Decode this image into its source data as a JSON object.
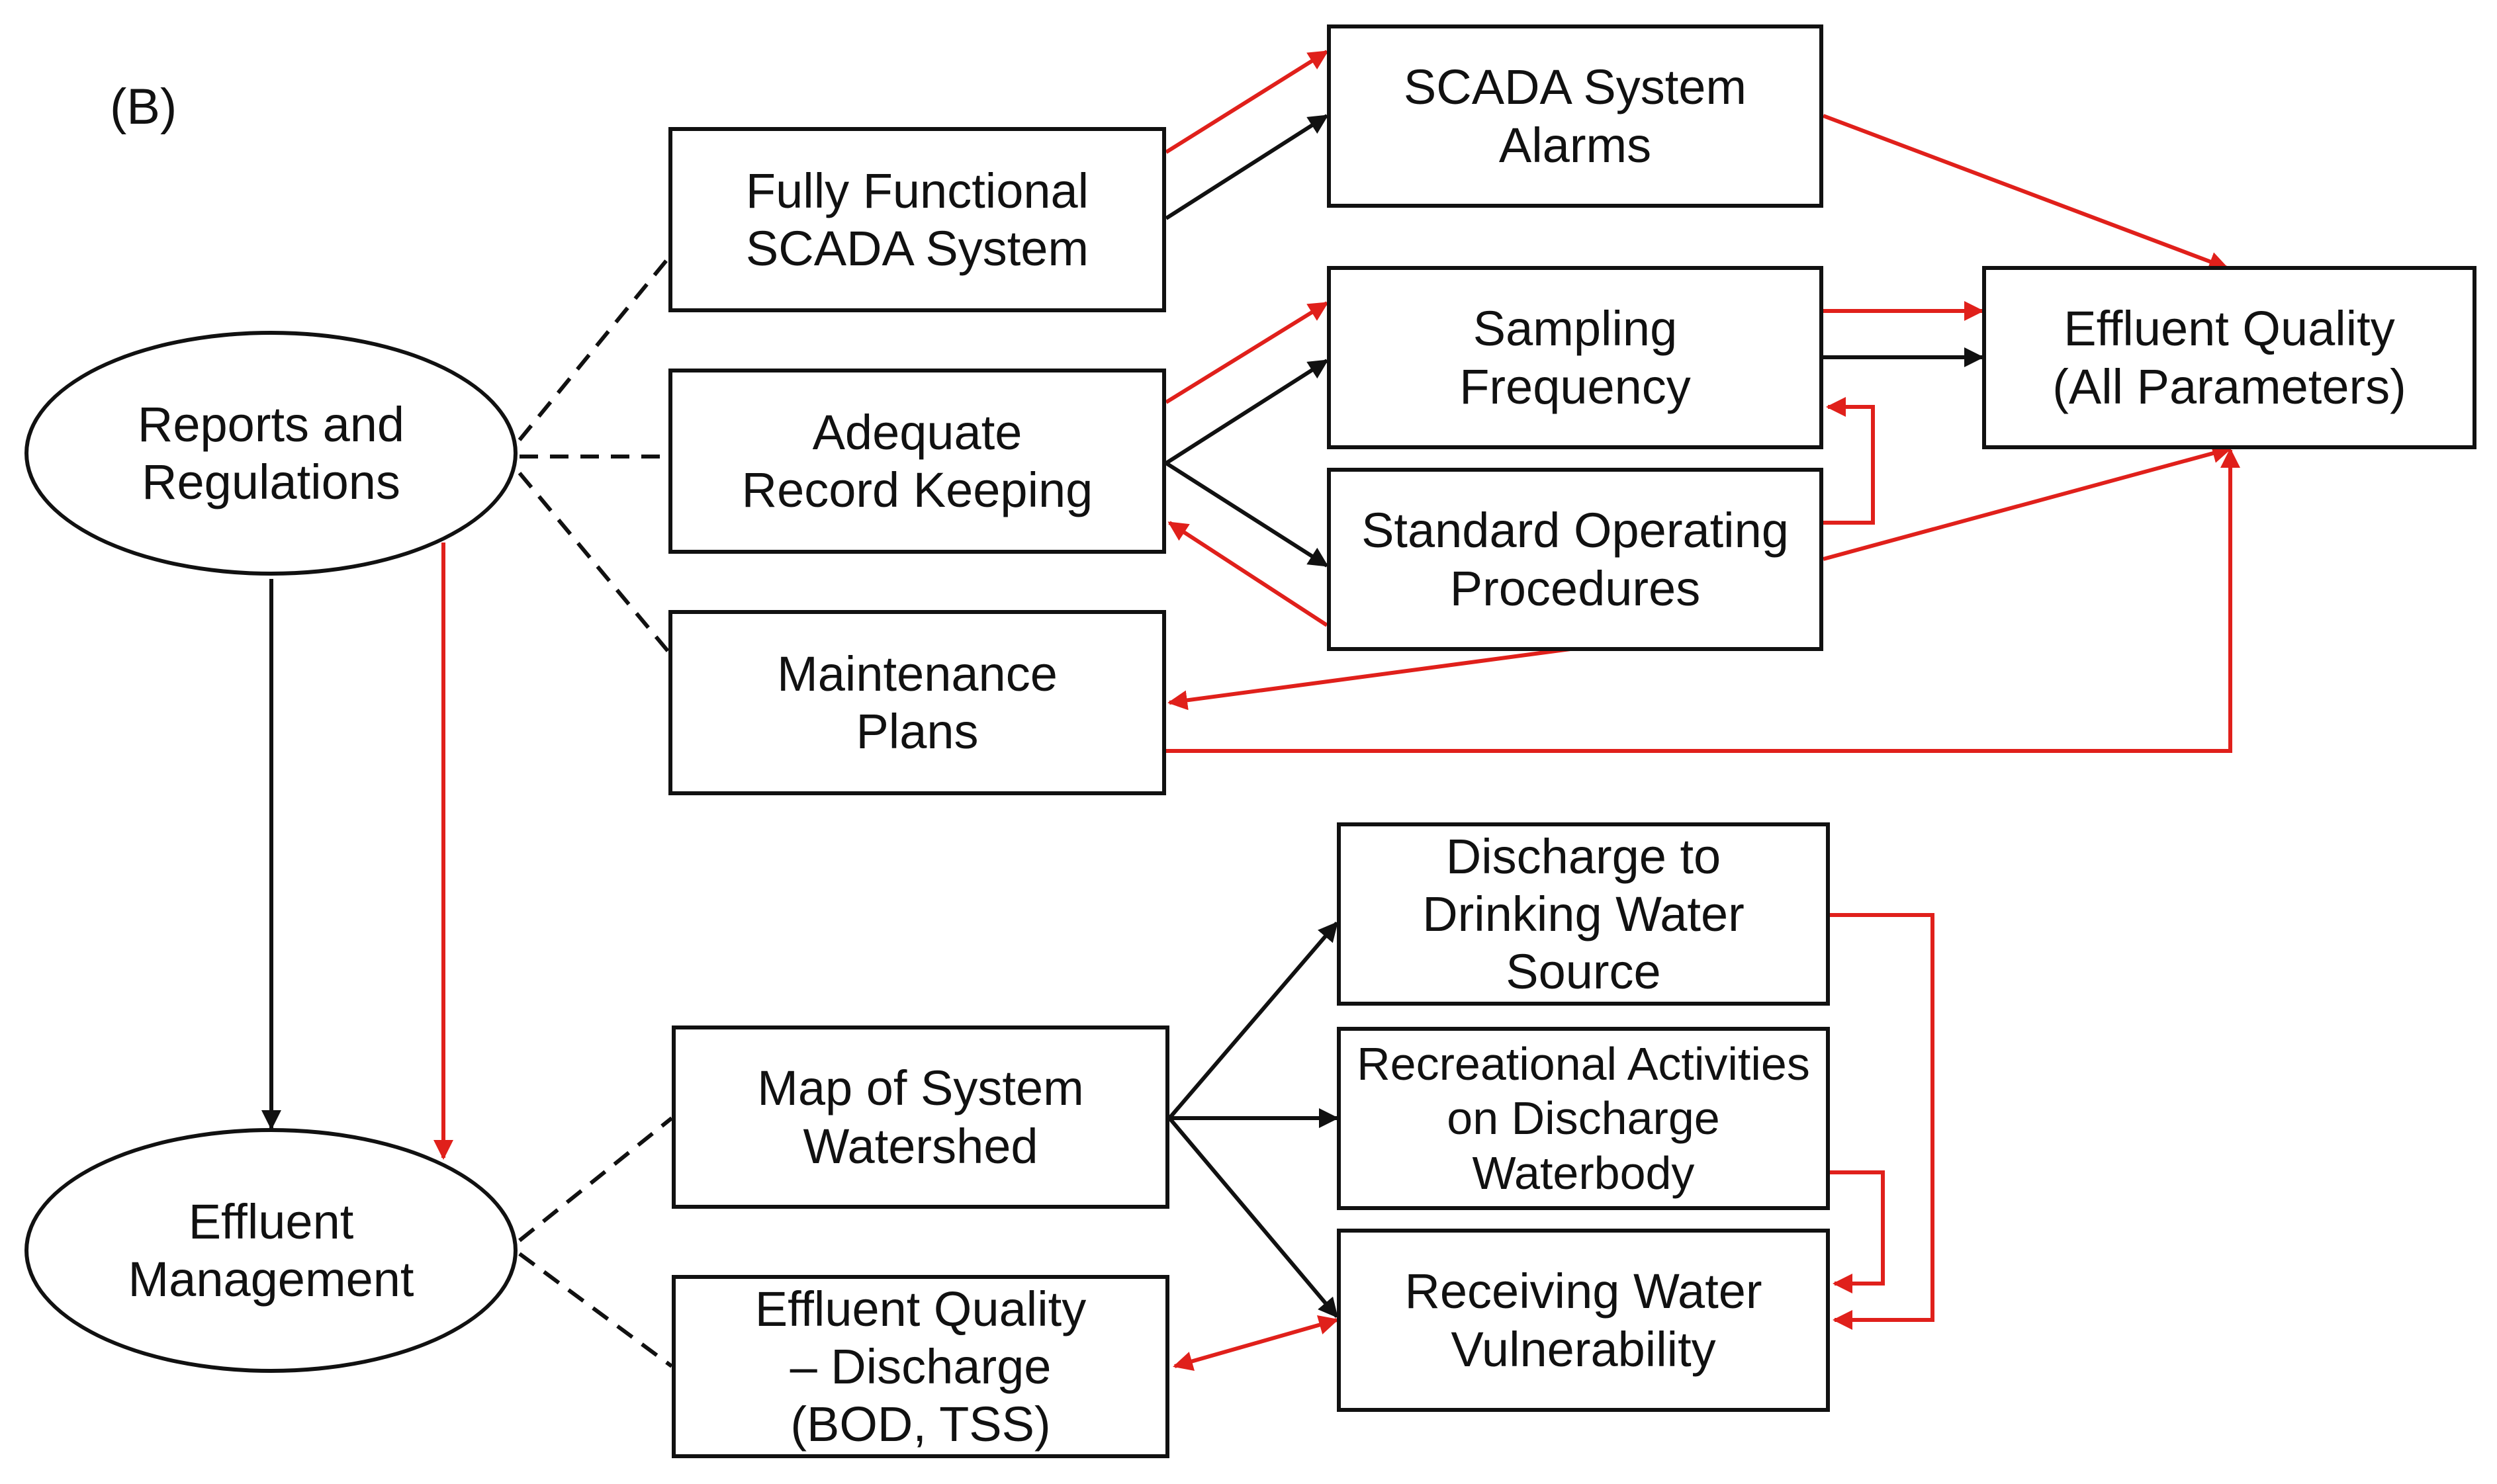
{
  "panel_label": "(B)",
  "nodes": {
    "reports": "Reports and\nRegulations",
    "effluent_mgmt": "Effluent\nManagement",
    "scada_fully": "Fully Functional\nSCADA System",
    "record_keeping": "Adequate\nRecord Keeping",
    "maintenance": "Maintenance\nPlans",
    "scada_alarms": "SCADA System\nAlarms",
    "sampling": "Sampling\nFrequency",
    "sop": "Standard Operating\nProcedures",
    "effluent_quality_all": "Effluent Quality\n(All Parameters)",
    "map_watershed": "Map of System\nWatershed",
    "effluent_discharge": "Effluent Quality\n– Discharge\n(BOD, TSS)",
    "discharge_drinking": "Discharge to\nDrinking Water\nSource",
    "recreational": "Recreational Activities\non Discharge\nWaterbody",
    "receiving_water": "Receiving Water\nVulnerability"
  },
  "colors": {
    "black_link": "#111111",
    "red_link": "#e0201b",
    "dashed_link": "#111111"
  }
}
